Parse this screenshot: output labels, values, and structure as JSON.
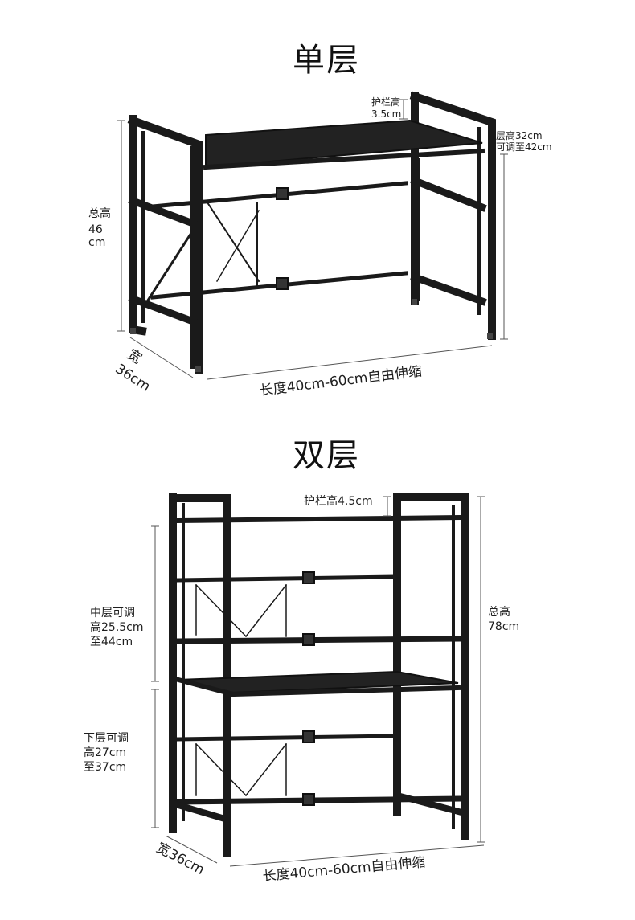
{
  "single": {
    "title": "单层",
    "rail_height_label": "护栏高",
    "rail_height_value": "3.5cm",
    "layer_height_line1": "层高32cm",
    "layer_height_line2": "可调至42cm",
    "total_height_label": "总高",
    "total_height_value1": "46",
    "total_height_value2": "cm",
    "width_label1": "宽",
    "width_label2": "36cm",
    "length_label": "长度40cm-60cm自由伸缩"
  },
  "double": {
    "title": "双层",
    "rail_height": "护栏高4.5cm",
    "middle_line1": "中层可调",
    "middle_line2": "高25.5cm",
    "middle_line3": "至44cm",
    "lower_line1": "下层可调",
    "lower_line2": "高27cm",
    "lower_line3": "至37cm",
    "total_height_label": "总高",
    "total_height_value": "78cm",
    "width_label": "宽36cm",
    "length_label": "长度40cm-60cm自由伸缩"
  }
}
